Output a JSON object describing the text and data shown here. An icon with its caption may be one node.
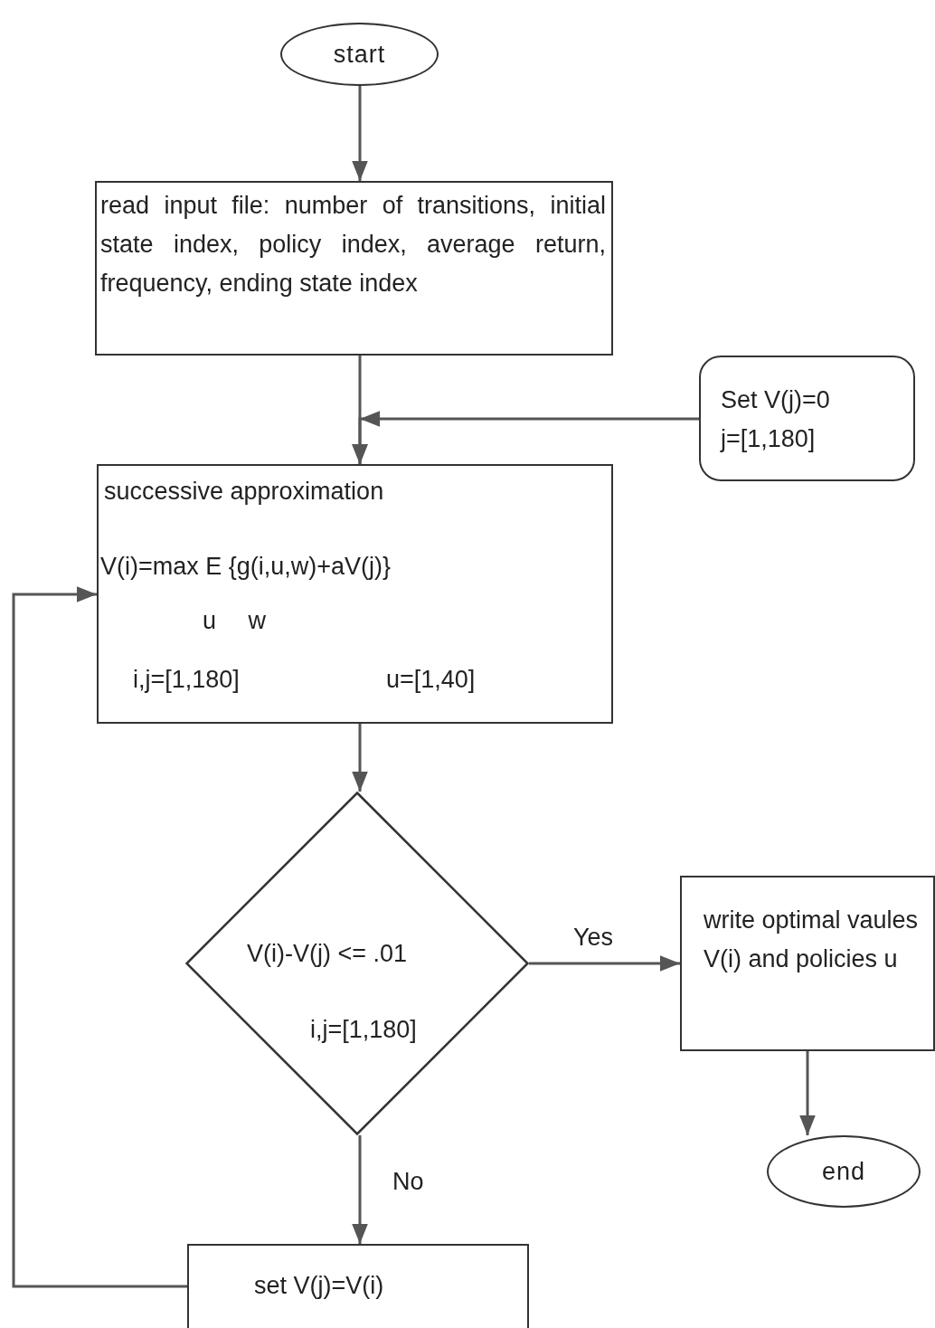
{
  "diagram": {
    "nodes": [
      {
        "text": [
          "start"
        ]
      },
      {
        "text": [
          "read input file: number of transitions, initial state index, policy index, average return, frequency, ending state index"
        ]
      },
      {
        "text": [
          "Set V(j)=0 j=[1,180]"
        ]
      },
      {
        "text": [
          "successive approximation",
          "V(i)=max E {g(i,u,w)+aV(j)}",
          "u w",
          "i,j=[1,180]",
          "u=[1,40]"
        ]
      },
      {
        "text": [
          "V(i)-V(j) <= .01",
          "i,j=[1,180]"
        ]
      },
      {
        "text": [
          "write optimal vaules V(i) and policies u"
        ]
      },
      {
        "text": [
          "end"
        ]
      },
      {
        "text": [
          "set V(j)=V(i)"
        ]
      }
    ],
    "edges": [
      {
        "from": 0,
        "to": 1,
        "arrow": "to"
      },
      {
        "from": 1,
        "to": 3,
        "arrow": "to"
      },
      {
        "from": 2,
        "to": 3,
        "arrow": "to"
      },
      {
        "from": 3,
        "to": 4,
        "arrow": "to"
      },
      {
        "from": 4,
        "to": 5,
        "arrow": "to",
        "label": "Yes"
      },
      {
        "from": 4,
        "to": 7,
        "arrow": "to",
        "label": "No"
      },
      {
        "from": 7,
        "to": 3,
        "arrow": "to"
      },
      {
        "from": 5,
        "to": 6,
        "arrow": "to"
      }
    ]
  }
}
